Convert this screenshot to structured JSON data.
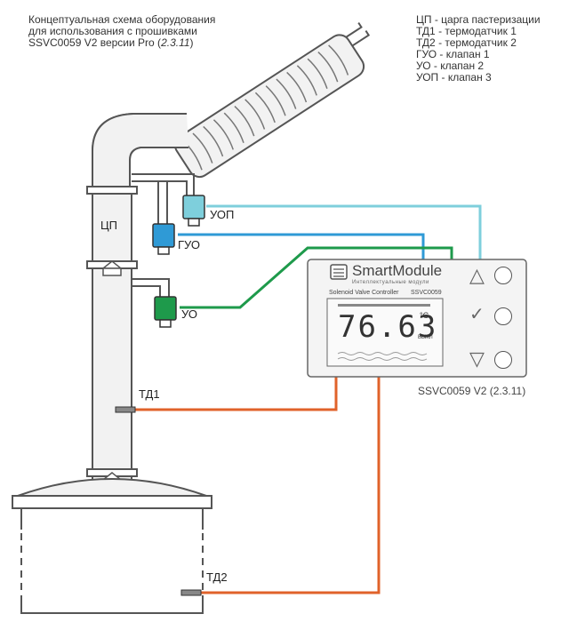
{
  "title": {
    "line1": "Концептуальная схема оборудования",
    "line2": "для использования с прошивками",
    "line3_prefix": "SSVC0059 V2 версии Pro (",
    "line3_version": "2.3.11",
    "line3_suffix": ")"
  },
  "legend": [
    "ЦП - царга пастеризации",
    "ТД1 - термодатчик 1",
    "ТД2 - термодатчик 2",
    "ГУО - клапан 1",
    "УО - клапан 2",
    "УОП - клапан 3"
  ],
  "labels": {
    "column": "ЦП",
    "valve_uop": "УОП",
    "valve_guo": "ГУО",
    "valve_uo": "УО",
    "sensor1": "ТД1",
    "sensor2": "ТД2"
  },
  "controller": {
    "brand": "SmartModule",
    "tagline": "Интеллектуальные модули",
    "model_line_left": "Solenoid Valve Controller",
    "model_line_right": "SSVC0059",
    "display_value": "76.63",
    "unit": "°C",
    "status": "ВЫКЛ",
    "caption": "SSVC0059 V2 (2.3.11)"
  },
  "colors": {
    "uop_wire": "#7ecfdc",
    "guo_wire": "#2f9ad6",
    "uo_wire": "#1e9a4b",
    "sensor_wire": "#e0622a"
  },
  "icons": [
    "arrow-up-icon",
    "check-icon",
    "arrow-down-icon"
  ]
}
